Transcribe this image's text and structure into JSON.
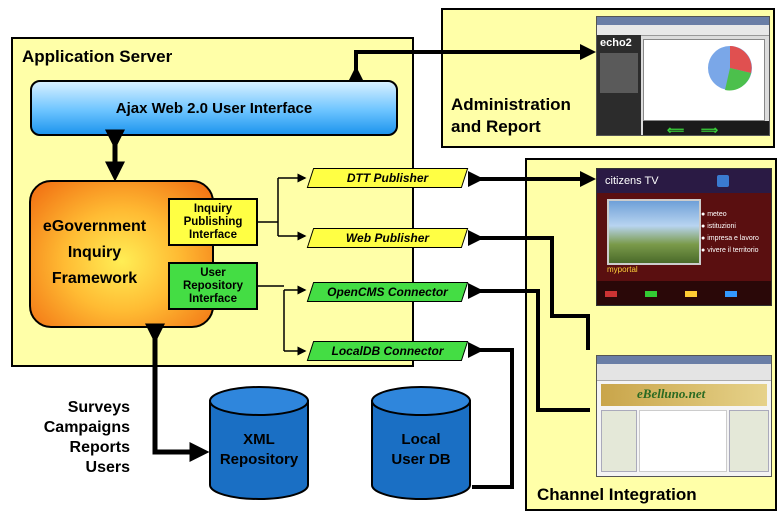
{
  "app_server": {
    "title": "Application Server"
  },
  "ajax_ui": {
    "label": "Ajax Web 2.0 User Interface"
  },
  "framework": {
    "line1": "eGovernment",
    "line2": "Inquiry",
    "line3": "Framework"
  },
  "publishing_interface": {
    "line1": "Inquiry",
    "line2": "Publishing",
    "line3": "Interface"
  },
  "repository_interface": {
    "line1": "User",
    "line2": "Repository",
    "line3": "Interface"
  },
  "publishers": [
    {
      "label": "DTT Publisher"
    },
    {
      "label": "Web Publisher"
    },
    {
      "label": "OpenCMS Connector"
    },
    {
      "label": "LocalDB Connector"
    }
  ],
  "admin": {
    "line1": "Administration",
    "line2": "and Report",
    "screen_label": "echo2"
  },
  "channel": {
    "title": "Channel Integration",
    "tv_brand": "citizens TV",
    "tv_items": [
      "meteo",
      "istituzioni",
      "impresa e lavoro",
      "vivere il territorio"
    ],
    "tv_footer": "myportal",
    "web_brand": "eBelluno.net"
  },
  "side_list": [
    "Surveys",
    "Campaigns",
    "Reports",
    "Users"
  ],
  "xml_repo": {
    "line1": "XML",
    "line2": "Repository"
  },
  "local_db": {
    "line1": "Local",
    "line2": "User DB"
  },
  "colors": {
    "panel": "#ffffa8",
    "yellow_box": "#ffff44",
    "green_box": "#44dd44",
    "db": "#1a6fc4",
    "ajax_top": "#d8f0ff",
    "ajax_bottom": "#2aa0f0"
  }
}
